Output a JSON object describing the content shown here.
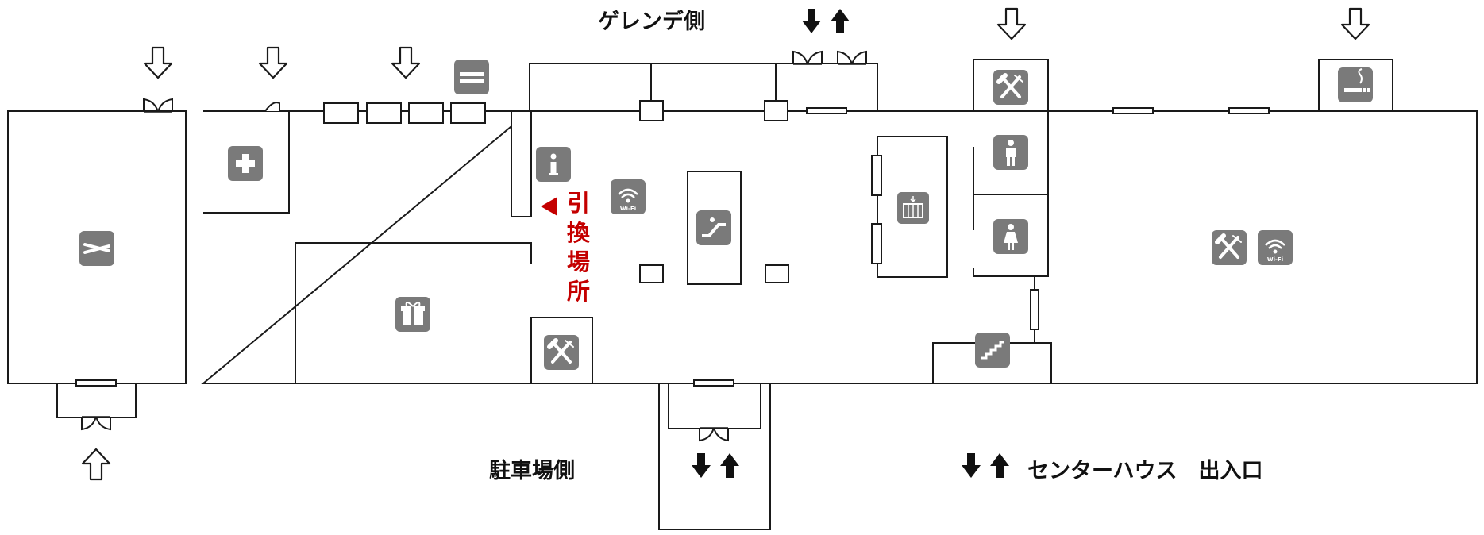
{
  "labels": {
    "slope_side": "ゲレンデ側",
    "parking_side": "駐車場側",
    "center_house_entrance": "センターハウス　出入口",
    "pickup_area": [
      "引",
      "換",
      "場",
      "所"
    ]
  },
  "colors": {
    "wall": "#1a1a1a",
    "icon_bg": "#7a7a7a",
    "pickup": "#c40000"
  },
  "icons": [
    "ski-rental-icon",
    "first-aid-icon",
    "atm-icon",
    "info-icon",
    "wifi-icon",
    "escalator-icon",
    "elevator-icon",
    "restaurant-icon",
    "mens-restroom-icon",
    "womens-restroom-icon",
    "smoking-area-icon",
    "gift-shop-icon",
    "stairs-icon",
    "entrance-arrow-icon",
    "exit-arrow-icon",
    "door-icon"
  ]
}
